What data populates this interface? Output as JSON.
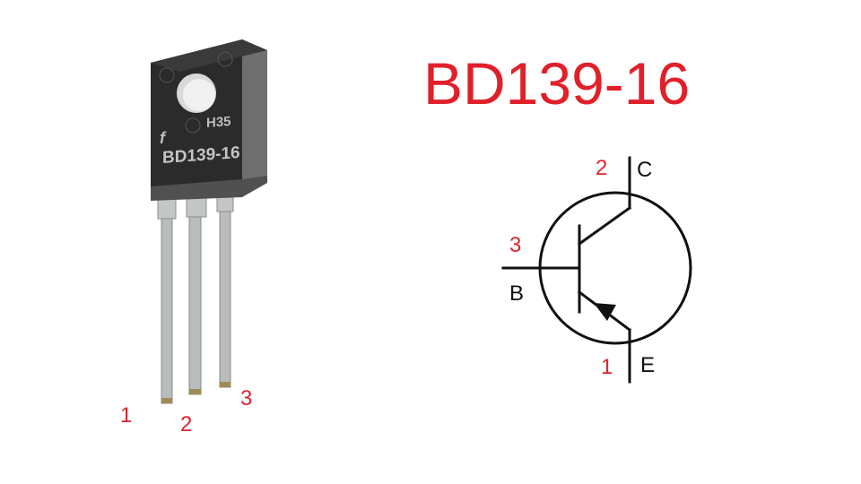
{
  "title": "BD139-16",
  "package_photo": {
    "marking_line1": "H35",
    "marking_logo": "f",
    "marking_line2": "BD139-16",
    "leg_numbers": [
      "1",
      "2",
      "3"
    ]
  },
  "schematic": {
    "symbol": "bipolar-transistor",
    "pins": [
      {
        "number": "2",
        "name": "C"
      },
      {
        "number": "3",
        "name": "B"
      },
      {
        "number": "1",
        "name": "E"
      }
    ]
  },
  "colors": {
    "accent": "#e0202a",
    "line": "#111111",
    "package": "#2b2b2b"
  }
}
